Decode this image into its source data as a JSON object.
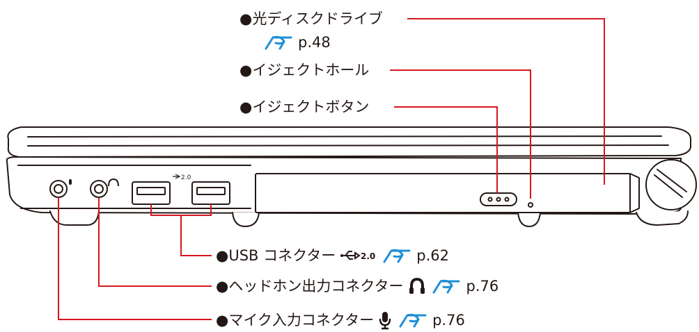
{
  "colors": {
    "leader": "#d7161f",
    "ref_icon": "#1e8fd6",
    "outline": "#231815"
  },
  "labels": {
    "optical_drive": "●光ディスクドライブ",
    "optical_drive_page": "p.48",
    "eject_hole": "●イジェクトホール",
    "eject_button": "●イジェクトボタン",
    "usb": "●USB コネクター",
    "usb_symbol_text": "2.0",
    "usb_page": "p.62",
    "headphone": "●ヘッドホン出力コネクター",
    "headphone_page": "p.76",
    "mic": "●マイク入力コネクター",
    "mic_page": "p.76"
  },
  "icons": {
    "reference": "pointing-hand-reference-icon",
    "usb": "usb-icon",
    "headphone": "headphone-icon",
    "mic": "microphone-icon"
  }
}
